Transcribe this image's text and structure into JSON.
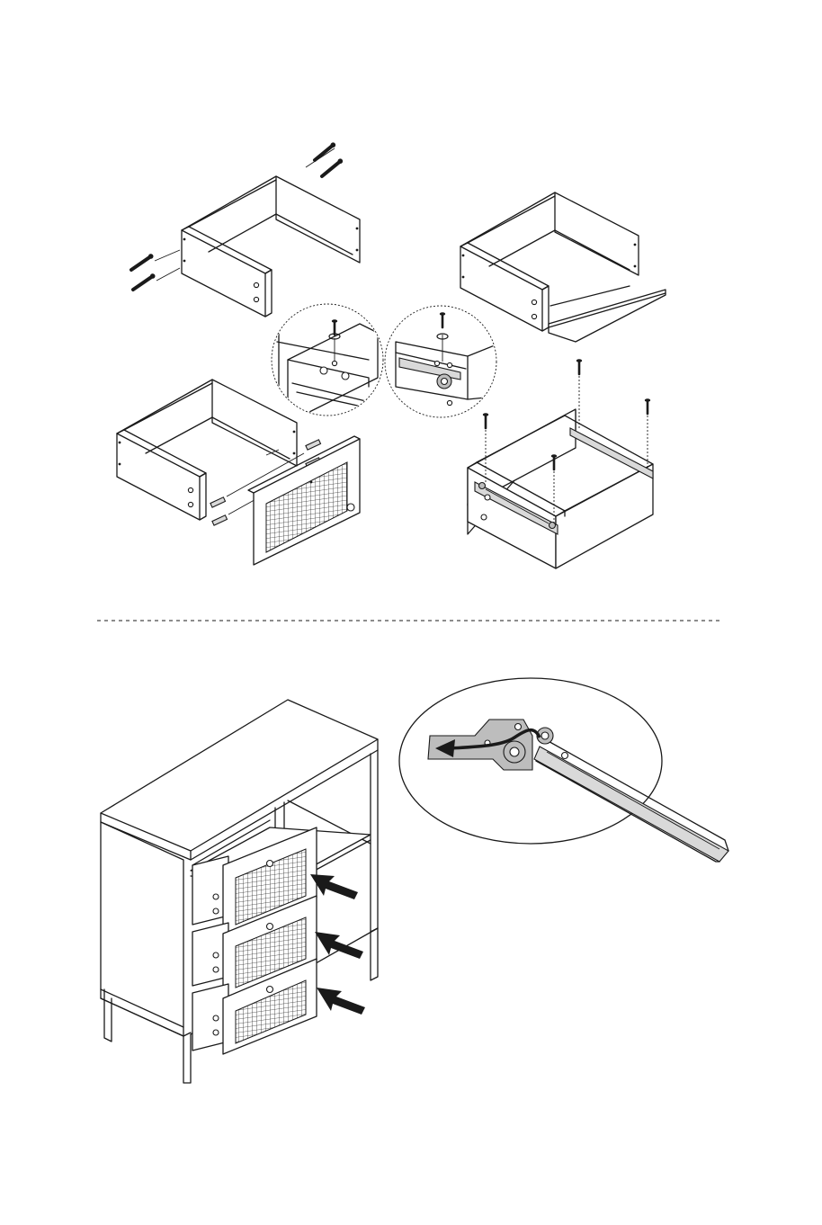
{
  "diagram": {
    "steps": [
      {
        "id": "drawer-box-assembly"
      },
      {
        "id": "drawer-bottom-insert"
      },
      {
        "id": "drawer-front-attach"
      },
      {
        "id": "drawer-slide-attach"
      },
      {
        "id": "drawers-insert-into-cabinet"
      }
    ],
    "drawer_count": 3,
    "colors": {
      "line": "#1a1a1a",
      "background": "#ffffff",
      "metal": "#bdbdbd",
      "rail": "#d9d9d9"
    }
  }
}
